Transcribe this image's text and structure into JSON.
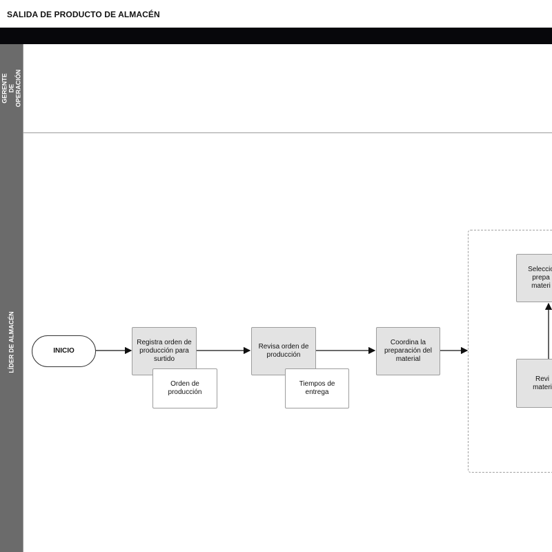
{
  "title": "SALIDA DE PRODUCTO DE ALMACÉN",
  "lanes": [
    {
      "name": "GERENTE DE OPERACIÓN"
    },
    {
      "name": "LÍDER DE ALMACÉN"
    }
  ],
  "nodes": {
    "inicio": "INICIO",
    "registra": "Registra orden de producción para surtido",
    "orden_doc": "Orden de producción",
    "revisa": "Revisa orden de producción",
    "tiempos_doc": "Tiempos de entrega",
    "coordina": "Coordina la preparación del material",
    "selecciona": "Seleccio prepa materi",
    "revisa_mat": "Revi materi"
  },
  "colors": {
    "lane_header": "#6b6b6b",
    "top_bar": "#07070b",
    "process_fill": "#e3e3e3"
  }
}
